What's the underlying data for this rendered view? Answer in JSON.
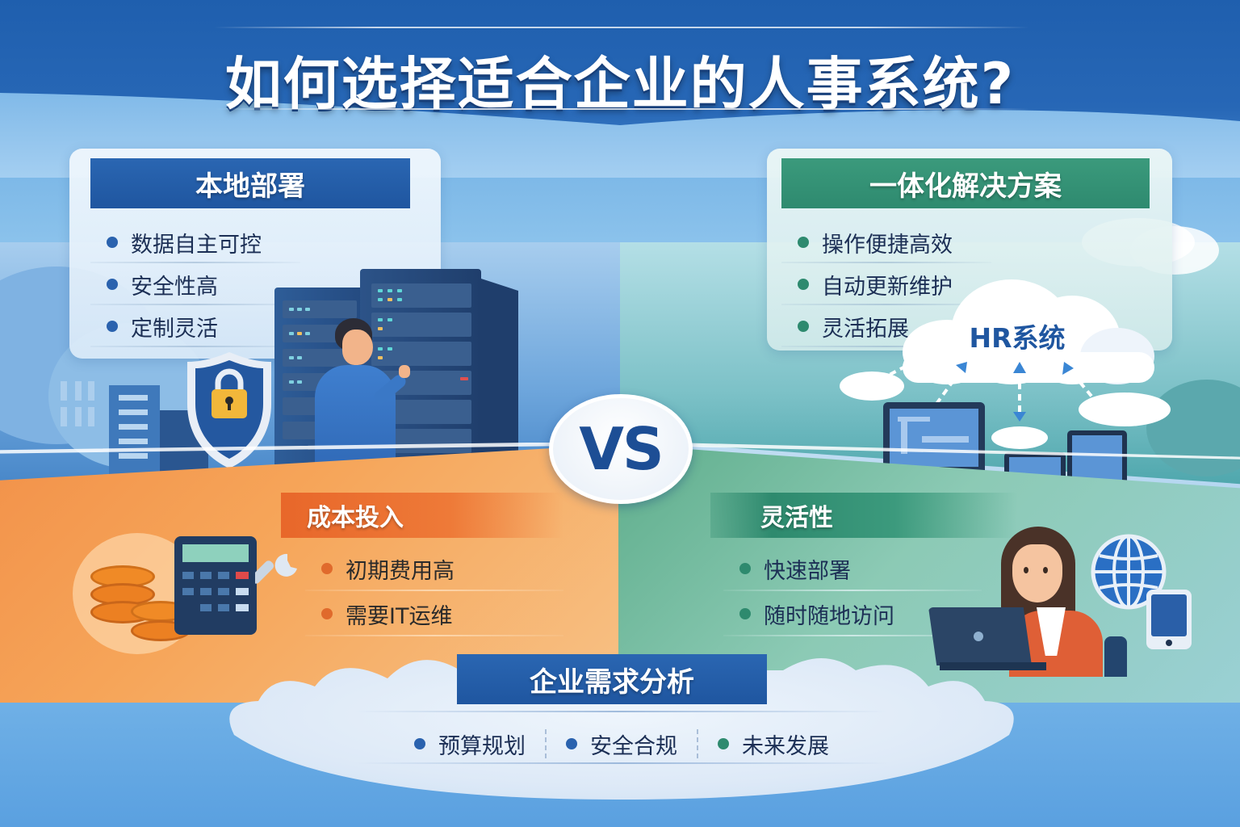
{
  "header": {
    "title": "如何选择适合企业的人事系统?"
  },
  "vs_badge": {
    "label": "VS"
  },
  "local_deployment": {
    "title": "本地部署",
    "accent_color": "#1f56a0",
    "bullets": [
      {
        "text": "数据自主可控",
        "dot_color": "#2a62ae"
      },
      {
        "text": "安全性高",
        "dot_color": "#2a62ae"
      },
      {
        "text": "定制灵活",
        "dot_color": "#2a62ae"
      }
    ],
    "illustration": {
      "shield_icon": "shield-lock-icon",
      "server_rack_icon": "server-rack-icon",
      "person": "technician"
    }
  },
  "integrated_solution": {
    "title": "一体化解决方案",
    "accent_color": "#2e8a6f",
    "bullets": [
      {
        "text": "操作便捷高效",
        "dot_color": "#2e8a6f"
      },
      {
        "text": "自动更新维护",
        "dot_color": "#2e8a6f"
      },
      {
        "text": "灵活拓展",
        "dot_color": "#2e8a6f"
      }
    ],
    "cloud_label": "HR系统",
    "devices": [
      "laptop-icon",
      "tablet-icon",
      "tablet-icon"
    ]
  },
  "cost": {
    "title": "成本投入",
    "accent_color": "#e8672a",
    "bullets": [
      {
        "text": "初期费用高",
        "dot_color": "#e06a2c"
      },
      {
        "text": "需要IT运维",
        "dot_color": "#e06a2c"
      }
    ],
    "illustration": [
      "coins-icon",
      "calculator-icon",
      "wrench-icon"
    ]
  },
  "flexibility": {
    "title": "灵活性",
    "accent_color": "#2e8a6e",
    "bullets": [
      {
        "text": "快速部署",
        "dot_color": "#2e8a6e"
      },
      {
        "text": "随时随地访问",
        "dot_color": "#2e8a6e"
      }
    ],
    "illustration": [
      "woman-with-laptop",
      "globe-icon",
      "phone-icon"
    ]
  },
  "needs_analysis": {
    "title": "企业需求分析",
    "items": [
      {
        "text": "预算规划",
        "dot_color": "#2a62ae"
      },
      {
        "text": "安全合规",
        "dot_color": "#2a62ae"
      },
      {
        "text": "未来发展",
        "dot_color": "#2e8a6f"
      }
    ]
  },
  "colors": {
    "primary_blue": "#1f56a0",
    "green": "#2e8a6f",
    "orange": "#e8672a",
    "text_dark": "#1c2f55"
  }
}
